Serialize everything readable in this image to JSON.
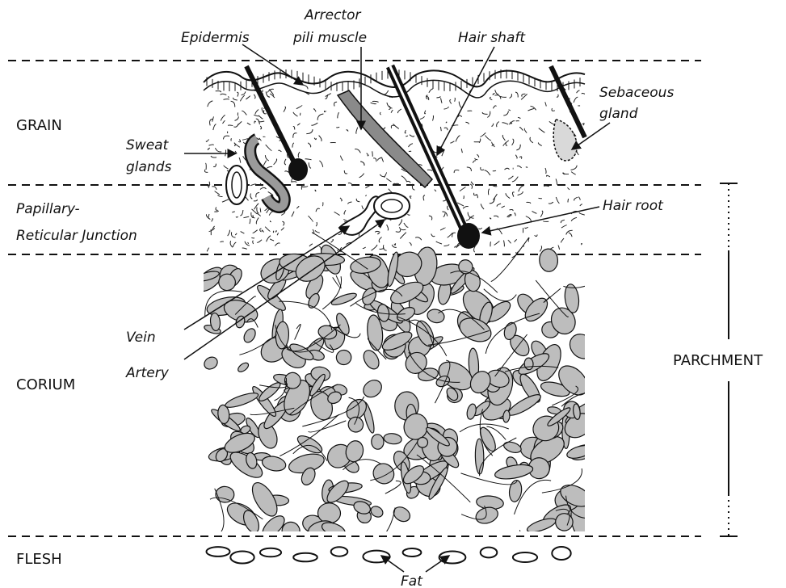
{
  "layers": {
    "grain": "GRAIN",
    "junction_line1": "Papillary-",
    "junction_line2": "Reticular Junction",
    "corium": "CORIUM",
    "flesh": "FLESH"
  },
  "structures": {
    "epidermis": "Epidermis",
    "arrector_line1": "Arrector",
    "arrector_line2": "pili muscle",
    "hair_shaft": "Hair shaft",
    "sebaceous_line1": "Sebaceous",
    "sebaceous_line2": "gland",
    "sweat_line1": "Sweat",
    "sweat_line2": "glands",
    "hair_root": "Hair root",
    "vein": "Vein",
    "artery": "Artery",
    "fat": "Fat"
  },
  "side": {
    "parchment": "PARCHMENT"
  },
  "colors": {
    "ink": "#111111",
    "fiber_fill": "#bdbdbd",
    "muscle_fill": "#8a8a8a"
  }
}
